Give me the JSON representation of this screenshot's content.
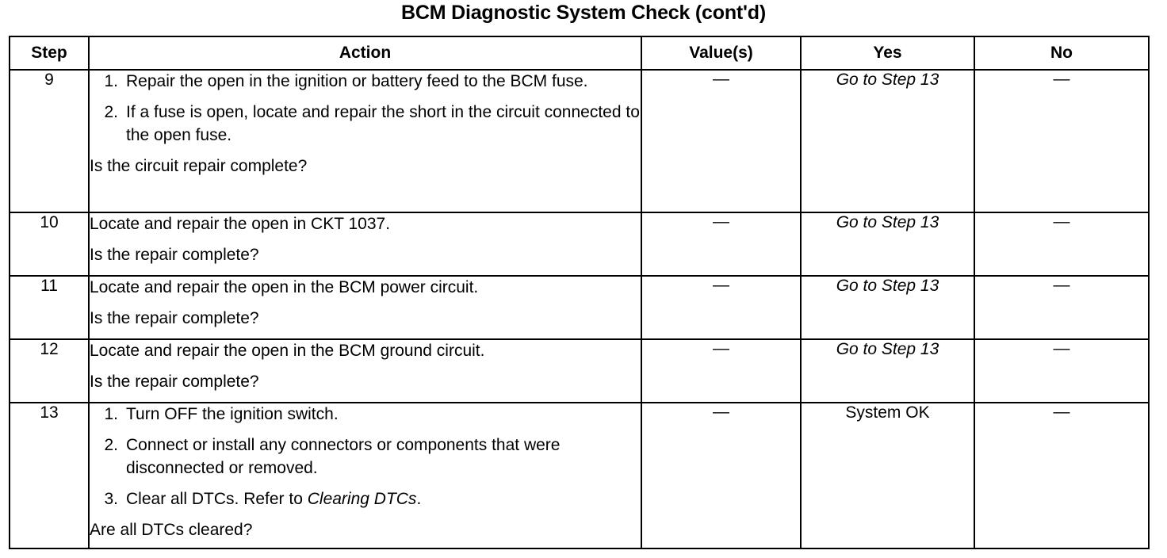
{
  "document": {
    "title": "BCM Diagnostic System Check (cont'd)"
  },
  "table": {
    "headers": {
      "step": "Step",
      "action": "Action",
      "value": "Value(s)",
      "yes": "Yes",
      "no": "No"
    },
    "dash": "—",
    "rows": [
      {
        "step": "9",
        "numbered": [
          "Repair the open in the ignition or battery feed to the BCM fuse.",
          "If a fuse is open, locate and repair the short in the circuit connected to the open fuse."
        ],
        "question": "Is the circuit repair complete?",
        "value": "—",
        "yes": "Go to Step 13",
        "yes_style": "italic",
        "no": "—"
      },
      {
        "step": "10",
        "statement": "Locate and repair the open in CKT 1037.",
        "question": "Is the repair complete?",
        "value": "—",
        "yes": "Go to Step 13",
        "yes_style": "italic",
        "no": "—"
      },
      {
        "step": "11",
        "statement": "Locate and repair the open in the BCM power circuit.",
        "question": "Is the repair complete?",
        "value": "—",
        "yes": "Go to Step 13",
        "yes_style": "italic",
        "no": "—"
      },
      {
        "step": "12",
        "statement": "Locate and repair the open in the BCM ground circuit.",
        "question": "Is the repair complete?",
        "value": "—",
        "yes": "Go to Step 13",
        "yes_style": "italic",
        "no": "—"
      },
      {
        "step": "13",
        "numbered_13": {
          "item1": "Turn OFF the ignition switch.",
          "item2": "Connect or install any connectors or components that were disconnected or removed.",
          "item3_pre": "Clear all DTCs. Refer to ",
          "item3_italic": "Clearing DTCs",
          "item3_post": "."
        },
        "question": "Are all DTCs cleared?",
        "value": "—",
        "yes": "System OK",
        "yes_style": "roman",
        "no": "—"
      }
    ]
  }
}
